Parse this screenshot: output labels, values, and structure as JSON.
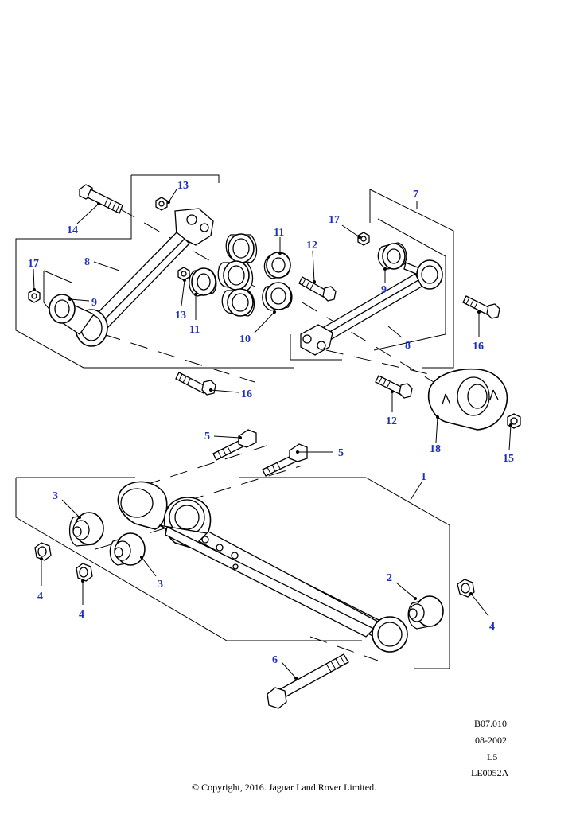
{
  "callouts": {
    "c1": "1",
    "c2": "2",
    "c3a": "3",
    "c3b": "3",
    "c4a": "4",
    "c4b": "4",
    "c4c": "4",
    "c5a": "5",
    "c5b": "5",
    "c6": "6",
    "c7": "7",
    "c8a": "8",
    "c8b": "8",
    "c9a": "9",
    "c9b": "9",
    "c10": "10",
    "c11a": "11",
    "c11b": "11",
    "c12a": "12",
    "c12b": "12",
    "c13a": "13",
    "c13b": "13",
    "c14": "14",
    "c15": "15",
    "c16a": "16",
    "c16b": "16",
    "c17a": "17",
    "c17b": "17",
    "c18": "18"
  },
  "colors": {
    "callout": "#1c2fbf",
    "lines": "#000000",
    "background": "#ffffff"
  },
  "footer": {
    "ref": "B07.010",
    "date": "08-2002",
    "code": "L5",
    "image_id": "LE0052A",
    "copyright": "© Copyright, 2016. Jaguar Land Rover Limited."
  }
}
